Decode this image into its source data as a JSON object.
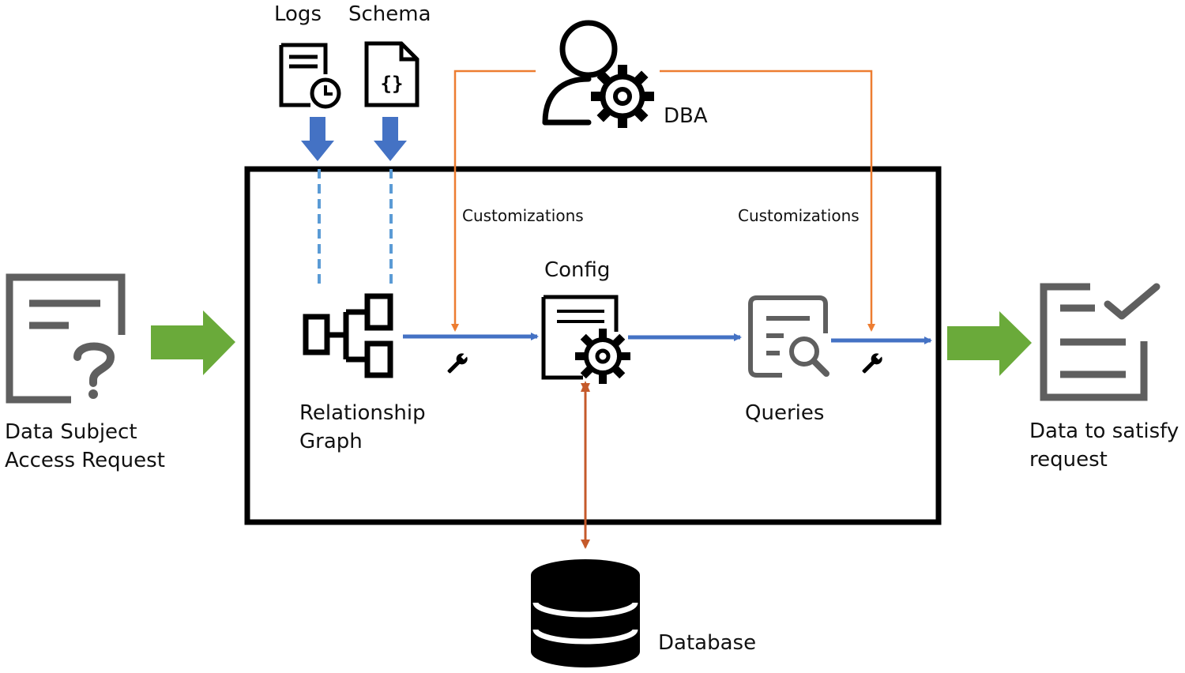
{
  "inputs": {
    "logs": "Logs",
    "schema": "Schema"
  },
  "actor": {
    "label": "DBA"
  },
  "customizations": {
    "left": "Customizations",
    "right": "Customizations"
  },
  "config": {
    "label": "Config"
  },
  "relationship_graph": {
    "line1": "Relationship",
    "line2": "Graph"
  },
  "queries": {
    "label": "Queries"
  },
  "request": {
    "line1": "Data Subject",
    "line2": "Access Request"
  },
  "output": {
    "line1": "Data to satisfy",
    "line2": "request"
  },
  "database": {
    "label": "Database"
  },
  "colors": {
    "blue_arrow": "#4472C4",
    "orange_line": "#ED7D31",
    "brown_arrow": "#C55A2B",
    "green_arrow": "#6AAA3A",
    "gray_icon": "#5F5F5F",
    "frame": "#000000"
  }
}
